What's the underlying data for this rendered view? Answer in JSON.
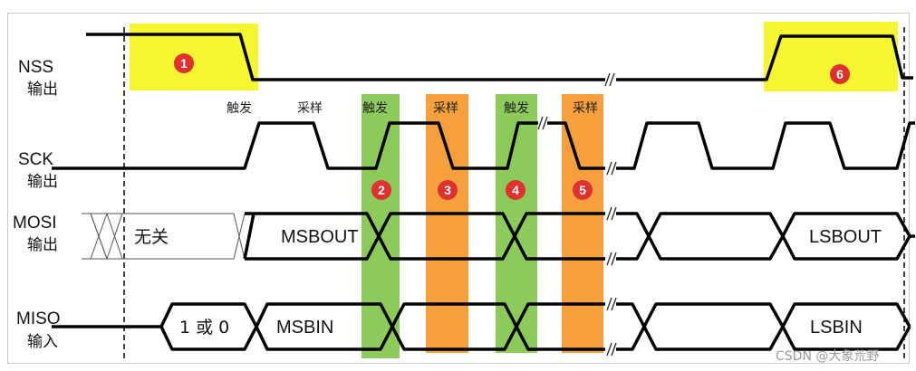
{
  "signals": {
    "nss": {
      "name": "NSS",
      "sub": "输出"
    },
    "sck": {
      "name": "SCK",
      "sub": "输出"
    },
    "mosi": {
      "name": "MOSI",
      "sub": "输出"
    },
    "miso": {
      "name": "MISO",
      "sub": "输入"
    }
  },
  "edge_labels": {
    "trigger": "触发",
    "sample": "采样"
  },
  "bus": {
    "mosi_dontcare": "无关",
    "mosi_first": "MSBOUT",
    "mosi_last": "LSBOUT",
    "miso_first_state": "1 或 0",
    "miso_first": "MSBIN",
    "miso_last": "LSBIN"
  },
  "steps": [
    "1",
    "2",
    "3",
    "4",
    "5",
    "6"
  ],
  "colors": {
    "nss_highlight": "#f5f531",
    "trigger_band": "#8ccb5b",
    "sample_band": "#f5a03c",
    "badge": "#e03030",
    "line": "#000000"
  },
  "watermark": "CSDN @大象荒野"
}
